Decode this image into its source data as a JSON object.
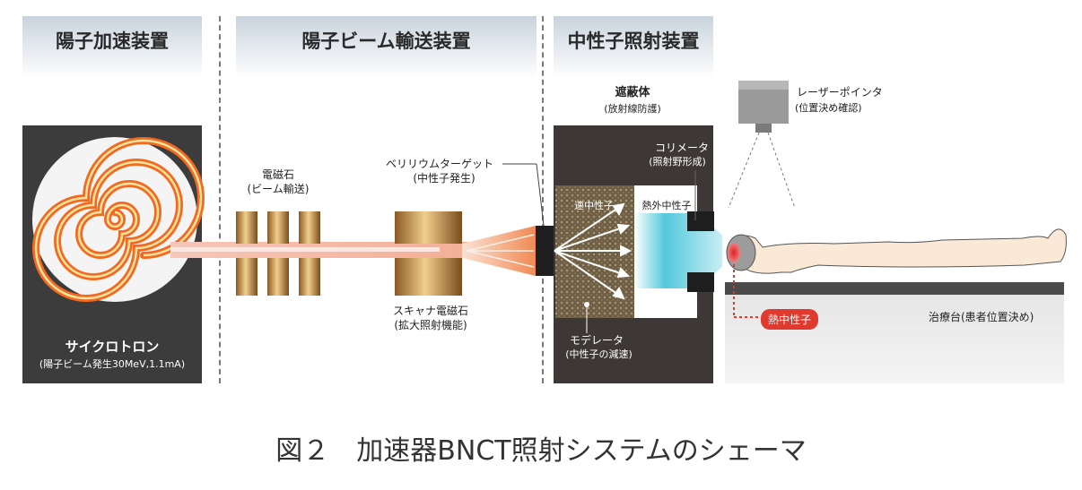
{
  "sections": {
    "accelerator": "陽子加速装置",
    "transport": "陽子ビーム輸送装置",
    "irradiation": "中性子照射装置"
  },
  "labels": {
    "cyclotron_name": "サイクロトロン",
    "cyclotron_spec": "(陽子ビーム発生30MeV,1.1mA)",
    "magnet_name": "電磁石",
    "magnet_desc": "(ビーム輸送)",
    "target_name": "ベリリウムターゲット",
    "target_desc": "(中性子発生)",
    "scanner_name": "スキャナ電磁石",
    "scanner_desc": "(拡大照射機能)",
    "shield_name": "遮蔽体",
    "shield_desc": "(放射線防護)",
    "fast_neutron": "速中性子",
    "epithermal_neutron": "熱外中性子",
    "collimator_name": "コリメータ",
    "collimator_desc": "(照射野形成)",
    "moderator_name": "モデレータ",
    "moderator_desc": "(中性子の減速)",
    "laser_name": "レーザーポインタ",
    "laser_desc": "(位置決め確認)",
    "thermal_neutron": "熱中性子",
    "table_name": "治療台(患者位置決め)"
  },
  "caption": "図２　加速器BNCT照射システムのシェーマ"
}
